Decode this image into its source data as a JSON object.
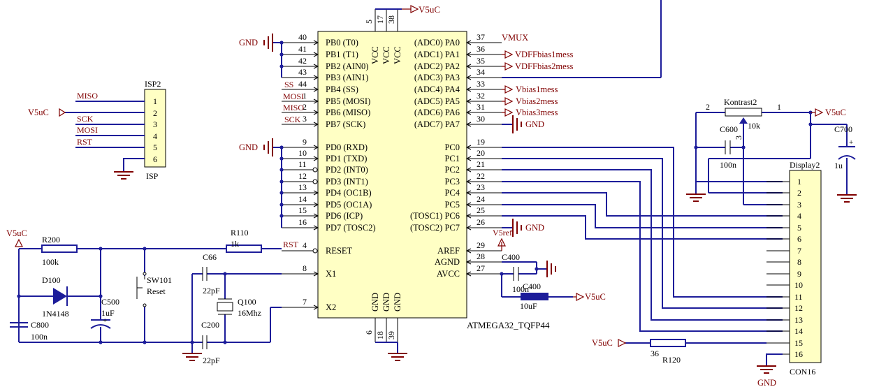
{
  "mcu": {
    "name": "ATMEGA32_TQFP44",
    "pins": {
      "n40": "40",
      "n41": "41",
      "n42": "42",
      "n43": "43",
      "n44": "44",
      "n1": "1",
      "n2": "2",
      "n3": "3",
      "n9": "9",
      "n10": "10",
      "n11": "11",
      "n12": "12",
      "n13": "13",
      "n14": "14",
      "n15": "15",
      "n16": "16",
      "n4": "4",
      "n8": "8",
      "n7": "7",
      "n37": "37",
      "n36": "36",
      "n35": "35",
      "n34": "34",
      "n33": "33",
      "n32": "32",
      "n31": "31",
      "n30": "30",
      "n19": "19",
      "n20": "20",
      "n21": "21",
      "n22": "22",
      "n23": "23",
      "n24": "24",
      "n25": "25",
      "n26": "26",
      "n29": "29",
      "n28": "28",
      "n27": "27",
      "n5": "5",
      "n17": "17",
      "n38": "38",
      "n6": "6",
      "n18": "18",
      "n39": "39"
    },
    "left": {
      "pb0": "PB0 (T0)",
      "pb1": "PB1 (T1)",
      "pb2": "PB2 (AIN0)",
      "pb3": "PB3 (AIN1)",
      "pb4": "PB4 (SS)",
      "pb5": "PB5 (MOSI)",
      "pb6": "PB6 (MISO)",
      "pb7": "PB7 (SCK)",
      "pd0": "PD0 (RXD)",
      "pd1": "PD1 (TXD)",
      "pd2": "PD2 (INT0)",
      "pd3": "PD3 (INT1)",
      "pd4": "PD4 (OC1B)",
      "pd5": "PD5 (OC1A)",
      "pd6": "PD6 (ICP)",
      "pd7": "PD7 (TOSC2)",
      "reset": "RESET",
      "x1": "X1",
      "x2": "X2"
    },
    "right": {
      "pa0": "(ADC0) PA0",
      "pa1": "(ADC1) PA1",
      "pa2": "(ADC2) PA2",
      "pa3": "(ADC3) PA3",
      "pa4": "(ADC4) PA4",
      "pa5": "(ADC5) PA5",
      "pa6": "(ADC6) PA6",
      "pa7": "(ADC7) PA7",
      "pc0": "PC0",
      "pc1": "PC1",
      "pc2": "PC2",
      "pc3": "PC3",
      "pc4": "PC4",
      "pc5": "PC5",
      "pc6": "(TOSC1) PC6",
      "pc7": "(TOSC2) PC7",
      "aref": "AREF",
      "agnd": "AGND",
      "avcc": "AVCC"
    },
    "vcc": "VCC",
    "gnd": "GND"
  },
  "nets": {
    "v5uc": "V5uC",
    "gnd": "GND",
    "vmux": "VMUX",
    "vdffbias1": "VDFFbias1mess",
    "vdffbias2": "VDFFbias2mess",
    "vbias1": "Vbias1mess",
    "vbias2": "Vbias2mess",
    "vbias3": "Vbias3mess",
    "v5ref": "V5ref",
    "ss": "SS",
    "mosi": "MOSI",
    "miso": "MISO",
    "sck": "SCK",
    "rst": "RST"
  },
  "isp": {
    "designator": "ISP2",
    "footer": "ISP",
    "pins": [
      "1",
      "2",
      "3",
      "4",
      "5",
      "6"
    ],
    "signals": {
      "miso": "MISO",
      "sck": "SCK",
      "mosi": "MOSI",
      "rst": "RST"
    }
  },
  "components": {
    "r200": {
      "ref": "R200",
      "value": "100k"
    },
    "d100": {
      "ref": "D100",
      "value": "1N4148"
    },
    "c500": {
      "ref": "C500",
      "value": "1uF"
    },
    "c800": {
      "ref": "C800",
      "value": "100n"
    },
    "sw101": {
      "ref": "SW101",
      "value": "Reset"
    },
    "r110": {
      "ref": "R110",
      "value": "1k"
    },
    "c66": {
      "ref": "C66",
      "value": "22pF"
    },
    "q100": {
      "ref": "Q100",
      "value": "16Mhz"
    },
    "c200": {
      "ref": "C200",
      "value": "22pF"
    },
    "c400": {
      "ref": "C400",
      "value": "100n"
    },
    "c400b": {
      "ref": "C400",
      "value": "10uF"
    },
    "kontrast": {
      "ref": "Kontrast2",
      "value": "10k",
      "pin1": "1",
      "pin2": "2",
      "pin3": "3"
    },
    "c600": {
      "ref": "C600",
      "value": "100n"
    },
    "c700": {
      "ref": "C700",
      "value": "1u"
    },
    "r120": {
      "ref": "R120",
      "value": "36"
    },
    "polarity": "+"
  },
  "display": {
    "designator": "Display2",
    "footer": "CON16",
    "pins": [
      "1",
      "2",
      "3",
      "4",
      "5",
      "6",
      "7",
      "8",
      "9",
      "10",
      "11",
      "12",
      "13",
      "14",
      "15",
      "16"
    ]
  }
}
